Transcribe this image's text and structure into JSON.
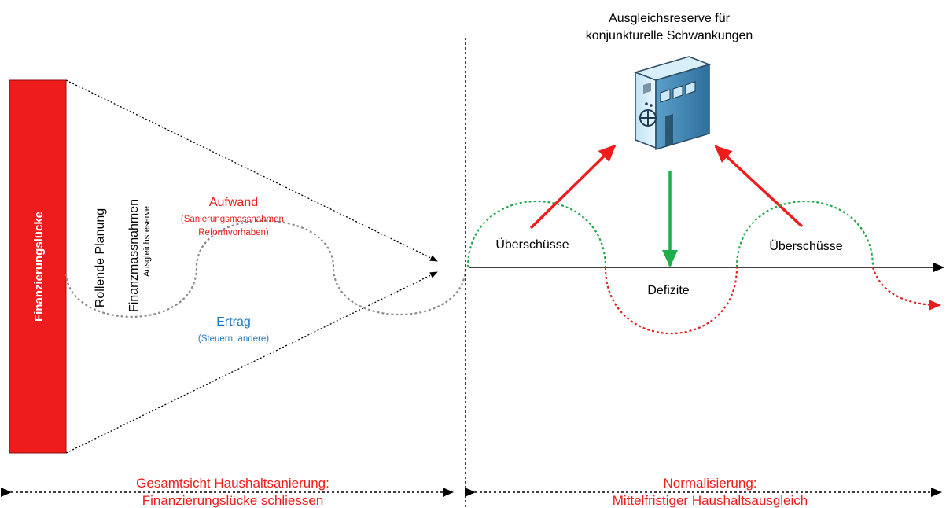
{
  "left_panel": {
    "gap_bar_label": "Finanzierungslücke",
    "rolling_planning_label": "Rollende Planung",
    "finance_measures_label": "Finanzmassnahmen",
    "balancing_reserve_small_label": "Ausgleichsreserve",
    "expense": {
      "title": "Aufwand",
      "detail_line1": "(Sanierungsmassnahmen,",
      "detail_line2": "Reformvorhaben)"
    },
    "revenue": {
      "title": "Ertrag",
      "detail": "(Steuern, andere)"
    },
    "bottom_caption_line1": "Gesamtsicht Haushaltsanierung:",
    "bottom_caption_line2": "Finanzierungslücke schliessen"
  },
  "right_panel": {
    "reserve_title_line1": "Ausgleichsreserve für",
    "reserve_title_line2": "konjunkturelle Schwankungen",
    "surplus_left_label": "Überschüsse",
    "surplus_right_label": "Überschüsse",
    "deficit_label": "Defizite",
    "bottom_caption_line1": "Normalisierung:",
    "bottom_caption_line2": "Mittelfristiger Haushaltsausgleich",
    "reserve_icon": "building-vault-icon"
  },
  "colors": {
    "gap_bar": "#ee1c1c",
    "expense_text": "#ee1c1c",
    "revenue_text": "#1f78c1",
    "caption_text": "#ee1c1c",
    "surplus_curve": "#22a84a",
    "deficit_curve": "#e02020",
    "gray_curve": "#8a8a8a",
    "arrow_red": "#ee1c1c",
    "arrow_green": "#1fae4b"
  }
}
